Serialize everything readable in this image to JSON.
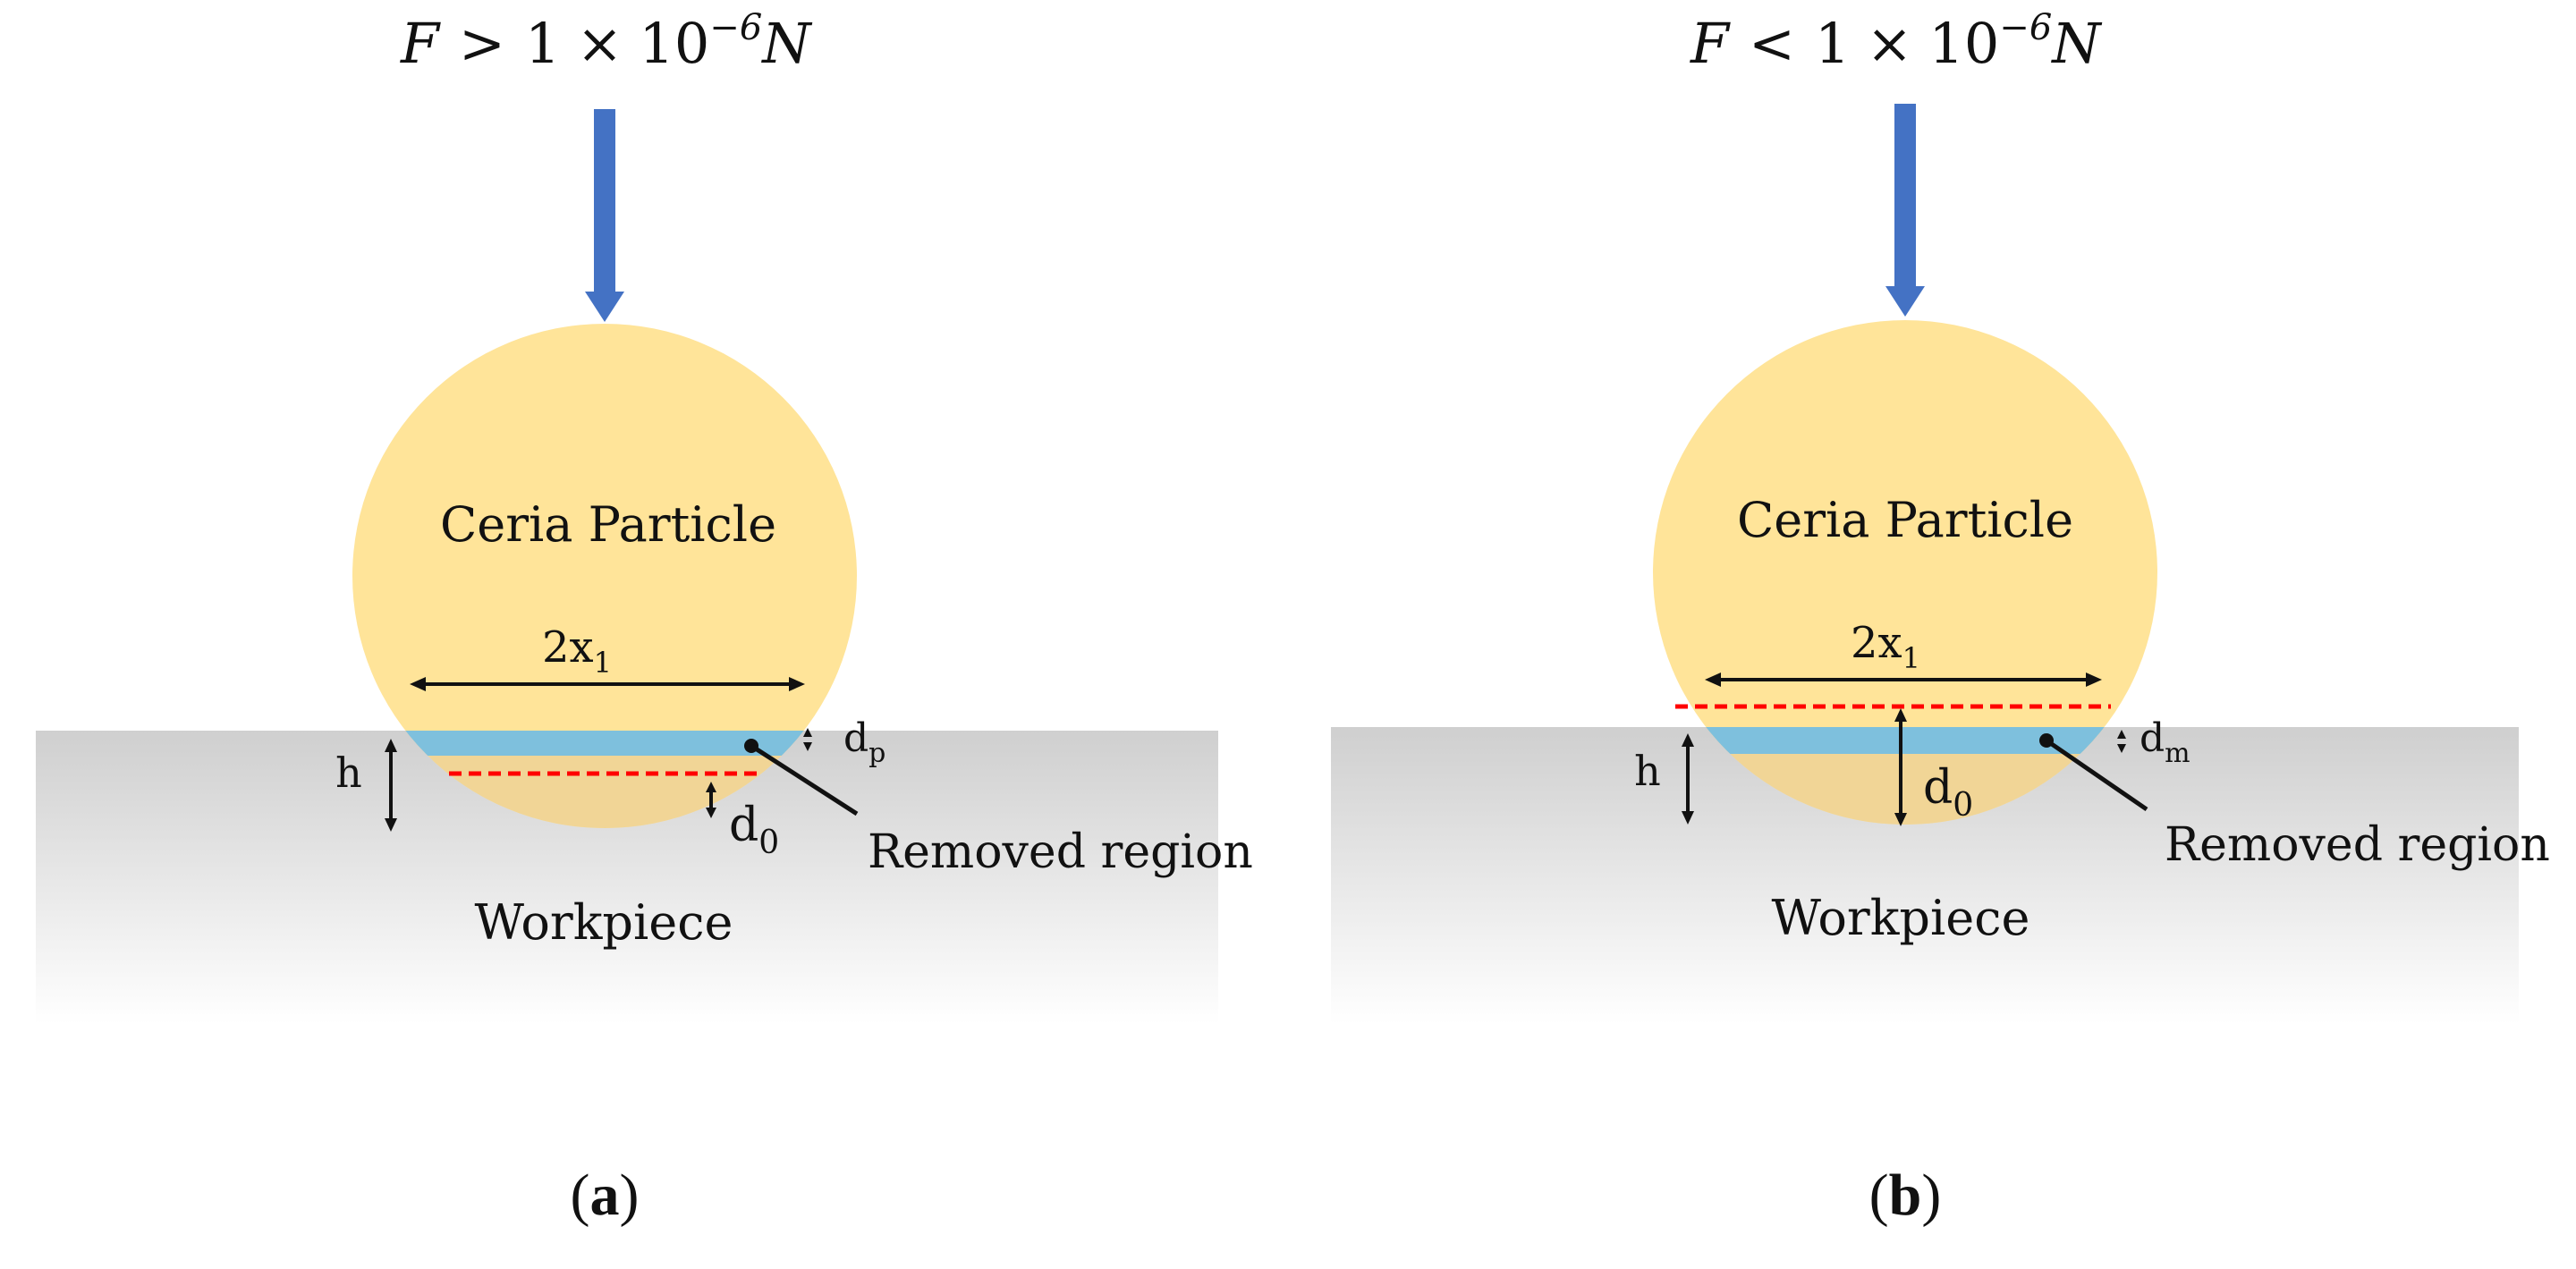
{
  "panels": [
    {
      "force_label": {
        "var": "F",
        "rel": ">",
        "mant": "1",
        "times": "×",
        "base": "10",
        "exp": "−6",
        "unit": "N"
      },
      "particle_label": "Ceria Particle",
      "width_label": {
        "main": "2x",
        "sub": "1"
      },
      "h_label": "h",
      "layer_label": {
        "main": "d",
        "sub": "p"
      },
      "depth_label": {
        "main": "d",
        "sub": "0"
      },
      "removed_label": "Removed region",
      "workpiece_label": "Workpiece",
      "caption": {
        "open": "(",
        "letter": "a",
        "close": ")"
      }
    },
    {
      "force_label": {
        "var": "F",
        "rel": "<",
        "mant": "1",
        "times": "×",
        "base": "10",
        "exp": "−6",
        "unit": "N"
      },
      "particle_label": "Ceria Particle",
      "width_label": {
        "main": "2x",
        "sub": "1"
      },
      "h_label": "h",
      "layer_label": {
        "main": "d",
        "sub": "m"
      },
      "depth_label": {
        "main": "d",
        "sub": "0"
      },
      "removed_label": "Removed region",
      "workpiece_label": "Workpiece",
      "caption": {
        "open": "(",
        "letter": "b",
        "close": ")"
      }
    }
  ],
  "colors": {
    "particle": "#FFE499",
    "embedded_particle": "#F1D596",
    "removed_layer": "#7EC0DD",
    "dashed_line": "#FF0000",
    "force_arrow": "#4472C4",
    "workpiece_top": "#CFCFCF",
    "workpiece_bottom": "#FFFFFF"
  }
}
